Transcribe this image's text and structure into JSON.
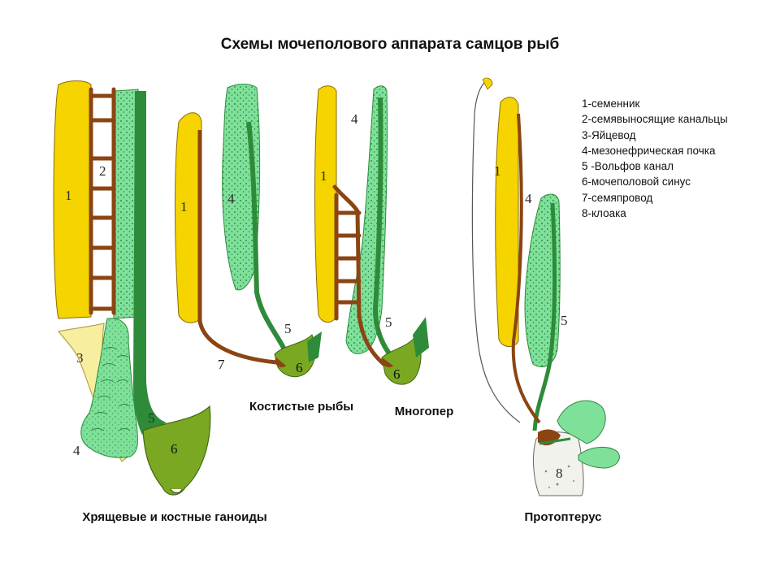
{
  "title": "Схемы мочеполового аппарата самцов рыб",
  "legend": [
    "1-семенник",
    "2-семявыносящие канальцы",
    "3-Яйцевод",
    "4-мезонефрическая почка",
    "5 -Вольфов канал",
    "6-мочеполовой синус",
    "7-семяпровод",
    "8-клоака"
  ],
  "captions": {
    "cartilaginous": "Хрящевые и костные ганоиды",
    "bony": "Костистые рыбы",
    "polypterus": "Многопер",
    "protopterus": "Протоптерус"
  },
  "numbers": {
    "n1": "1",
    "n2": "2",
    "n3": "3",
    "n4": "4",
    "n5": "5",
    "n6": "6",
    "n7": "7",
    "n8": "8"
  },
  "colors": {
    "testis": "#f5d400",
    "duct": "#8b4513",
    "kidney": "#7fe09a",
    "wolffian": "#2e8b3a",
    "sinus": "#7aa823",
    "oviduct": "#f7eea0"
  }
}
